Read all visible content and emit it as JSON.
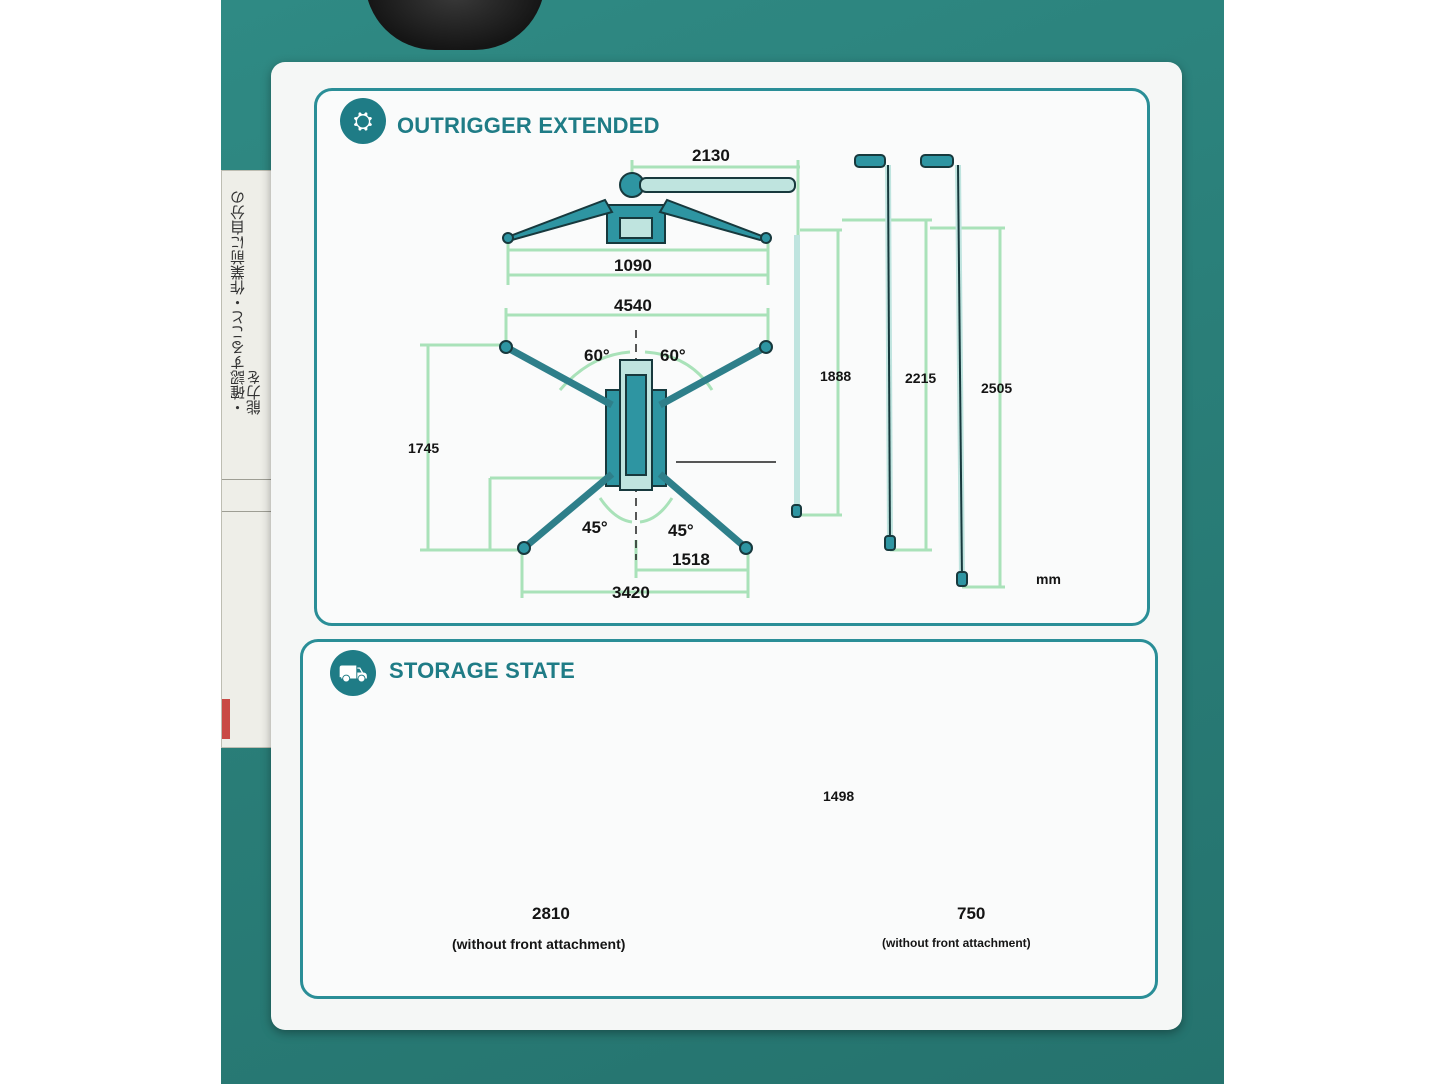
{
  "colors": {
    "accent": "#1f7c86",
    "panel_border": "#2a8e97",
    "dimension_line": "#a9e2b9",
    "machine_body": "#2e95a2",
    "background_surface": "#2a7f79"
  },
  "side_note": {
    "text": "・確認すること・作業前に自分の能力を"
  },
  "outrigger": {
    "title": "OUTRIGGER EXTENDED",
    "icon": "crane-outrigger-icon",
    "dims": {
      "boom_reach": "2130",
      "track_width": "1090",
      "outrigger_span_top": "4540",
      "angle_top_left": "60°",
      "angle_top_right": "60°",
      "length": "1745",
      "angle_bottom_left": "45°",
      "angle_bottom_right": "45°",
      "half_span_bottom": "1518",
      "outrigger_span_bottom": "3420",
      "height_1": "1888",
      "height_2": "2215",
      "height_3": "2505",
      "unit": "mm"
    }
  },
  "storage": {
    "title": "STORAGE STATE",
    "icon": "crane-storage-icon",
    "dims": {
      "height": "1498",
      "length": "2810",
      "width": "750"
    },
    "notes": {
      "side": "(without front attachment)",
      "front": "(without front attachment)"
    }
  }
}
